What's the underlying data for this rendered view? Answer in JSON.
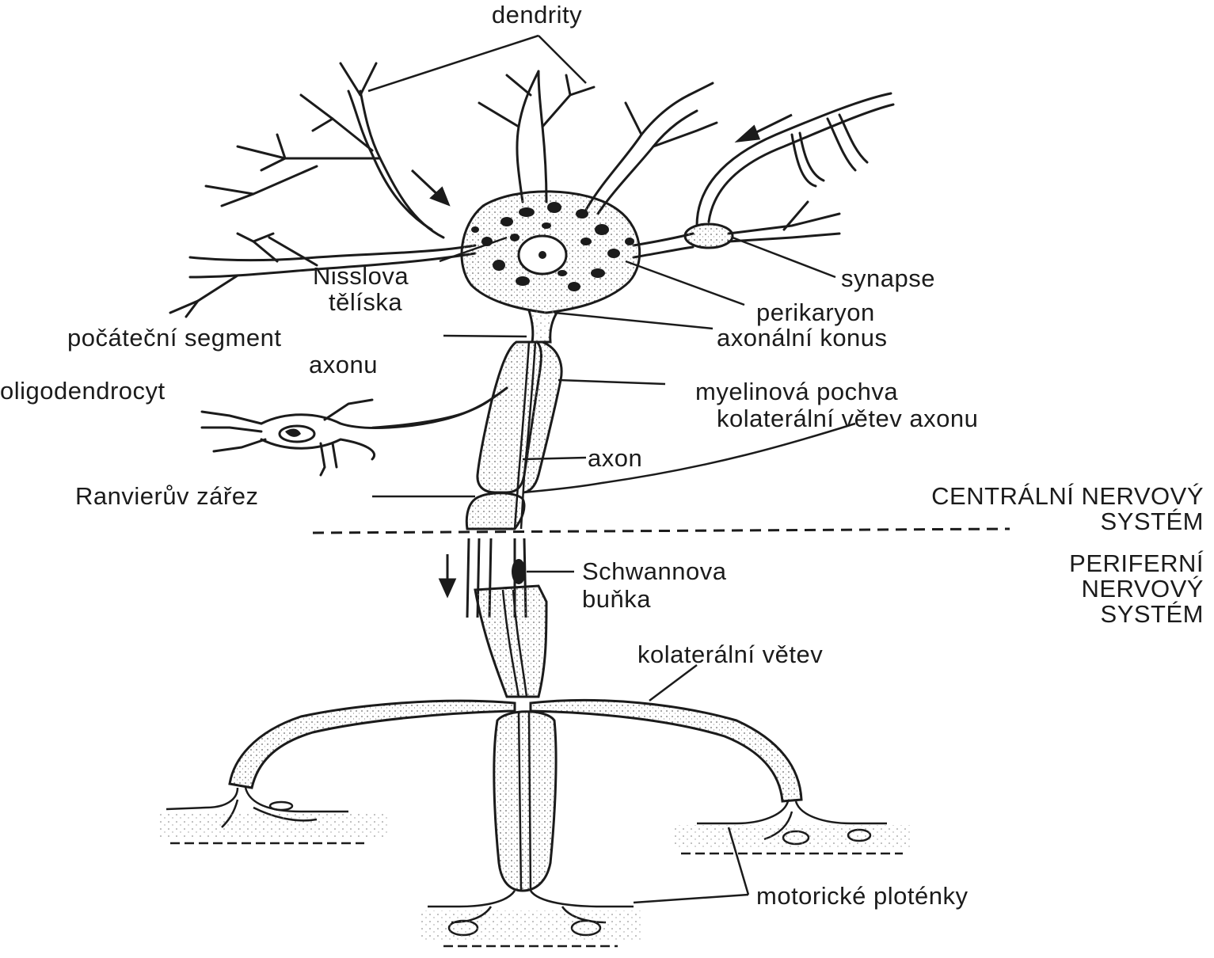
{
  "labels": {
    "dendrity": "dendrity",
    "nisslova_1": "Nisslova",
    "nisslova_2": "tělíska",
    "synapse": "synapse",
    "perikaryon": "perikaryon",
    "segment_1": "počáteční segment",
    "segment_2": "axonu",
    "konus": "axonální konus",
    "oligo": "oligodendrocyt",
    "myelin": "myelinová pochva",
    "kolateralni_axonu": "kolaterální větev  axonu",
    "axon": "axon",
    "ranvier": "Ranvierův zářez",
    "cns_1": "CENTRÁLNÍ NERVOVÝ",
    "cns_2": "SYSTÉM",
    "schwann_1": "Schwannova",
    "schwann_2": "buňka",
    "pns_1": "PERIFERNÍ",
    "pns_2": "NERVOVÝ",
    "pns_3": "SYSTÉM",
    "kolateralni": "kolaterální větev",
    "motoricke": "motorické ploténky"
  },
  "colors": {
    "ink": "#1b1b1b",
    "stipple": "#555555",
    "background": "#ffffff"
  }
}
